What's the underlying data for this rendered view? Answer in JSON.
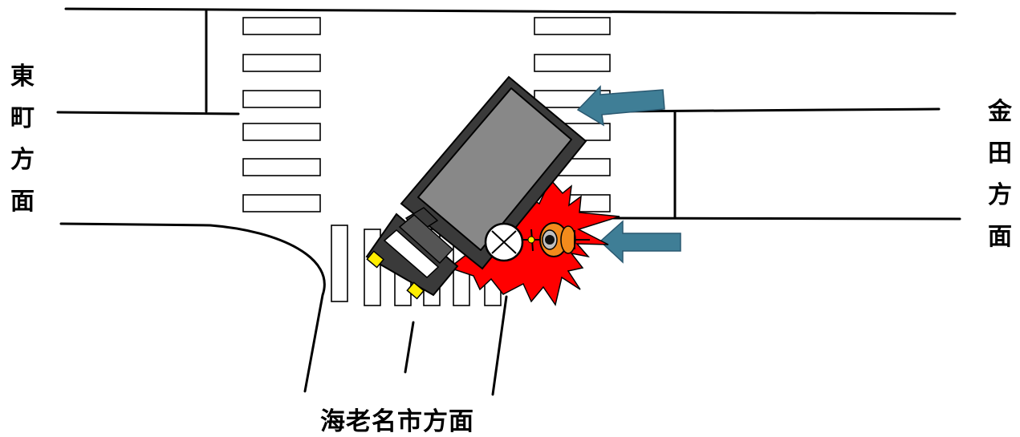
{
  "labels": {
    "west": "東町方面",
    "east": "金田方面",
    "south": "海老名市方面"
  },
  "colors": {
    "road_line": "#000000",
    "truck_body": "#888888",
    "truck_cab": "#3a3a3a",
    "headlight": "#ffee00",
    "collision_burst": "#ff0000",
    "arrow": "#3f7e96",
    "cyclist_helmet": "#f28b1c",
    "background": "#ffffff"
  },
  "icons": {
    "truck": "truck-icon",
    "bicycle": "bicycle-wheel-icon",
    "cyclist": "cyclist-icon",
    "collision": "collision-burst-icon",
    "arrow": "arrow-left-icon"
  }
}
